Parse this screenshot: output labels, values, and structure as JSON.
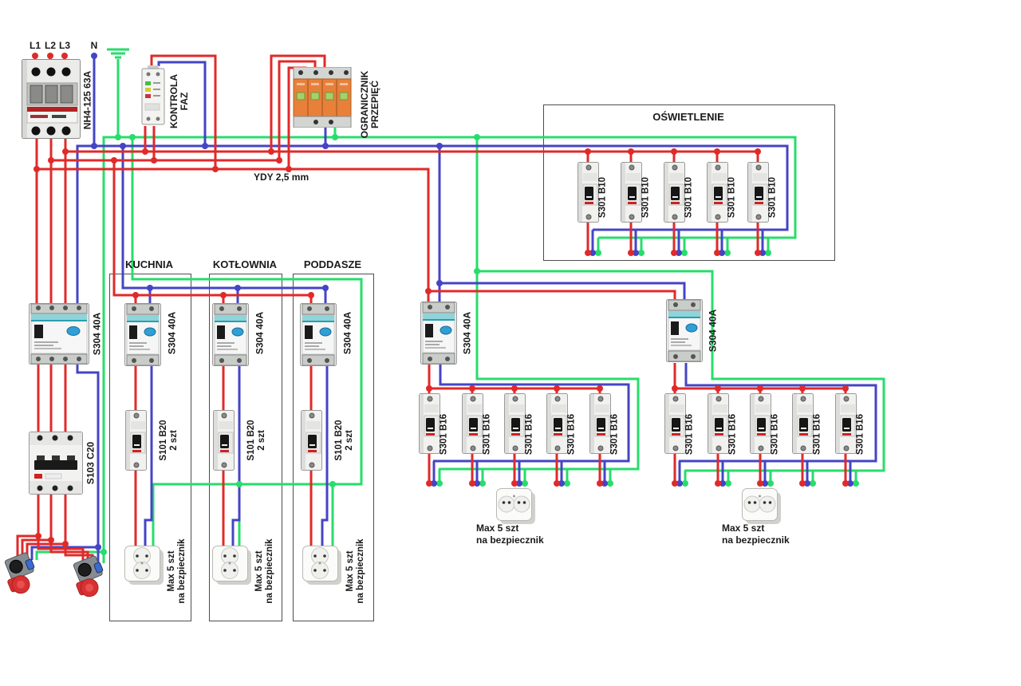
{
  "diagram": {
    "incoming": {
      "phases": [
        "L1",
        "L2",
        "L3"
      ],
      "neutral": "N"
    },
    "main_switch_label": "NH4-125 63A",
    "phase_monitor_label": [
      "KONTROLA",
      "FAZ"
    ],
    "surge_protector_label": [
      "OGRANICZNIK",
      "PRZEPIĘĆ"
    ],
    "cable_note": "YDY 2,5 mm",
    "main_rcd_label": "S304 40A",
    "sub_breaker_label": "S103 C20",
    "lighting": {
      "title": "OŚWIETLENIE",
      "breaker_label": "S301 B10",
      "breaker_count": 5
    },
    "rooms": {
      "titles": [
        "KUCHNIA",
        "KOTŁOWNIA",
        "PODDASZE"
      ],
      "rcd_label": "S304 40A",
      "breaker_label": [
        "S101 B20",
        "2 szt"
      ],
      "socket_note": [
        "Max 5 szt",
        "na bezpiecznik"
      ]
    },
    "socket_groups": {
      "rcd_label": "S304 40A",
      "breaker_label": "S301 B16",
      "breakers_per_group": 5,
      "socket_note": [
        "Max 5 szt",
        "na bezpiecznik"
      ]
    },
    "wire_colors": {
      "phase": "#e02a2a",
      "neutral": "#4444c6",
      "earth": "#27dd6b"
    }
  }
}
